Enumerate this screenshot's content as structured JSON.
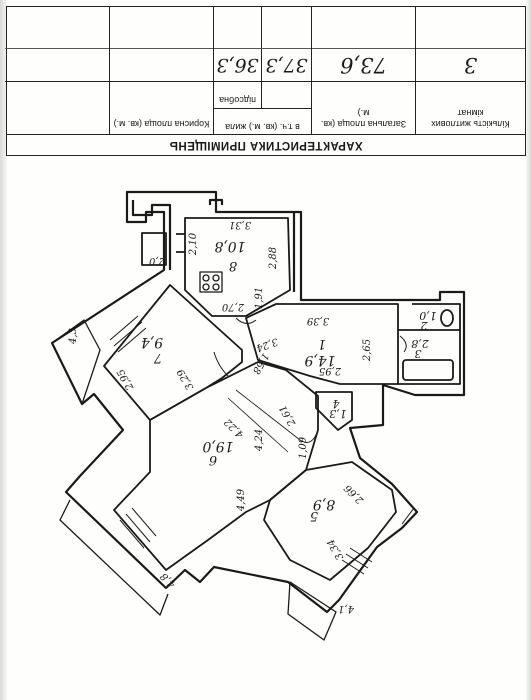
{
  "table": {
    "title": "ХАРАКТЕРИСТИКА ПРИМІЩЕНЬ",
    "rooms_header": "Кількість житлових кімнат",
    "total_header": "Загальна площа (кв. м.)",
    "living_header": "в т.ч. (кв. м.) жила",
    "aux_header": "підсобна",
    "useful_header": "Корисна площа (кв. м.)",
    "rooms_value": "3",
    "total_value": "73,6",
    "living_value": "37,3",
    "aux_value": "36,3",
    "useful_value": "",
    "extra_value": ""
  },
  "plan": {
    "labels": [
      {
        "id": "room-8-num",
        "text": "8"
      },
      {
        "id": "room-8-area",
        "text": "10,8"
      },
      {
        "id": "room-8-dim-a",
        "text": "3,31"
      },
      {
        "id": "room-8-dim-b",
        "text": "2,10"
      },
      {
        "id": "room-8-dim-c",
        "text": "2,88"
      },
      {
        "id": "room-8-dim-d",
        "text": "2,70"
      },
      {
        "id": "room-8-dim-e",
        "text": "1,91"
      },
      {
        "id": "closet-area",
        "text": "2,0"
      },
      {
        "id": "room-1-num",
        "text": "1"
      },
      {
        "id": "room-1-area",
        "text": "14,9"
      },
      {
        "id": "room-1-dim-a",
        "text": "3,39"
      },
      {
        "id": "room-1-dim-b",
        "text": "2,95"
      },
      {
        "id": "room-1-dim-c",
        "text": "2,65"
      },
      {
        "id": "room-1-dim-d",
        "text": "1,58"
      },
      {
        "id": "room-1-dim-e",
        "text": "3,24"
      },
      {
        "id": "room-3-num",
        "text": "3"
      },
      {
        "id": "room-3-area",
        "text": "2,8"
      },
      {
        "id": "room-2-num",
        "text": "2"
      },
      {
        "id": "room-2-area",
        "text": "1,0"
      },
      {
        "id": "room-4-num",
        "text": "4"
      },
      {
        "id": "room-4-area",
        "text": "1,3"
      },
      {
        "id": "room-7-num",
        "text": "7"
      },
      {
        "id": "room-7-area",
        "text": "9,4"
      },
      {
        "id": "room-7-dim-a",
        "text": "3,29"
      },
      {
        "id": "room-7-dim-b",
        "text": "2,95"
      },
      {
        "id": "room-6-num",
        "text": "6"
      },
      {
        "id": "room-6-area",
        "text": "19,0"
      },
      {
        "id": "room-6-dim-a",
        "text": "4,24"
      },
      {
        "id": "room-6-dim-b",
        "text": "4,22"
      },
      {
        "id": "room-6-dim-c",
        "text": "4,49"
      },
      {
        "id": "room-6-dim-d",
        "text": "1,09"
      },
      {
        "id": "room-6-dim-e",
        "text": "2,61"
      },
      {
        "id": "room-5-num",
        "text": "5"
      },
      {
        "id": "room-5-area",
        "text": "8,9"
      },
      {
        "id": "room-5-dim-a",
        "text": "2,66"
      },
      {
        "id": "room-5-dim-b",
        "text": "3,34"
      },
      {
        "id": "balcony-a",
        "text": "4,3"
      },
      {
        "id": "balcony-b",
        "text": "4,8"
      },
      {
        "id": "balcony-c",
        "text": "4,1"
      }
    ]
  }
}
